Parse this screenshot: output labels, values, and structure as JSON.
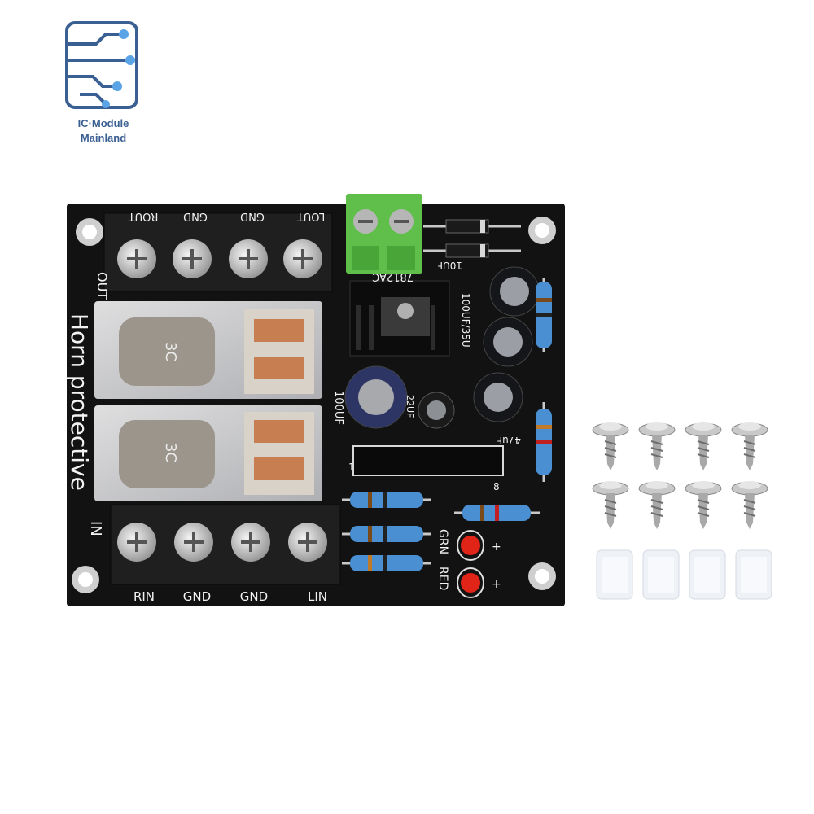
{
  "logo": {
    "line1": "IC·Module",
    "line2": "Mainland",
    "brand_color": "#3a5f92",
    "accent_color": "#5aa4e6"
  },
  "board": {
    "product_text": "Horn protective",
    "top_terminals": [
      "ROUT",
      "GND",
      "GND",
      "LOUT"
    ],
    "top_side_label": "OUT",
    "bottom_terminals": [
      "RIN",
      "GND",
      "GND",
      "LIN"
    ],
    "bottom_side_label": "IN",
    "regulator_label": "7812AC",
    "cap_labels": [
      "10UF",
      "100UF/35U",
      "100UF",
      "47uF",
      "22UF"
    ],
    "relay_marks": [
      "3C",
      "3C"
    ],
    "ic_pins": [
      "1",
      "8"
    ],
    "led_labels": [
      "GRN",
      "RED"
    ],
    "led_signs": [
      "+",
      "+"
    ],
    "pcb_color": "#121212",
    "terminal_block_color": "#5fbf4a"
  },
  "accessories": {
    "screws": {
      "count": 8,
      "icon": "screw-icon"
    },
    "spacers": {
      "count": 4,
      "icon": "spacer-icon"
    }
  }
}
